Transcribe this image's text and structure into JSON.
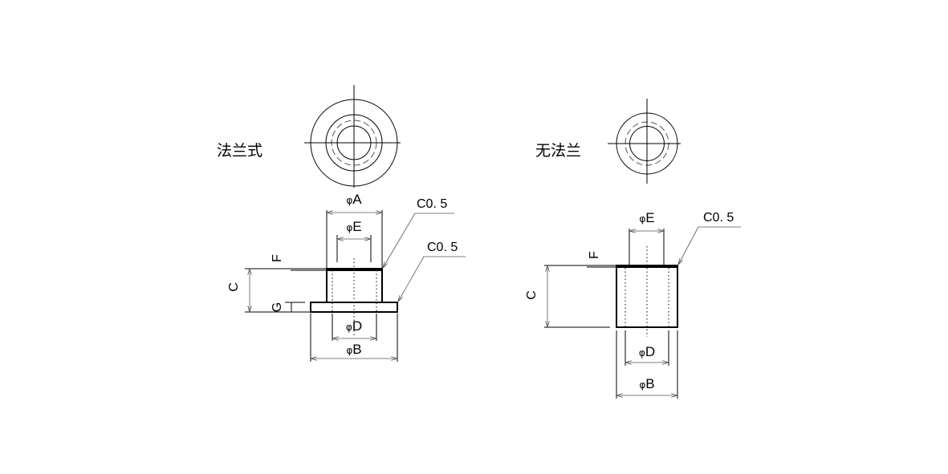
{
  "flanged": {
    "title": "法兰式",
    "dims": {
      "A": "A",
      "E": "E",
      "D": "D",
      "B": "B",
      "C": "C",
      "F": "F",
      "G": "G"
    },
    "chamfer_top": "C0. 5",
    "chamfer_flange": "C0. 5"
  },
  "plain": {
    "title": "无法兰",
    "dims": {
      "E": "E",
      "D": "D",
      "B": "B",
      "C": "C",
      "F": "F"
    },
    "chamfer_top": "C0. 5"
  },
  "symbols": {
    "diameter": "φ"
  }
}
